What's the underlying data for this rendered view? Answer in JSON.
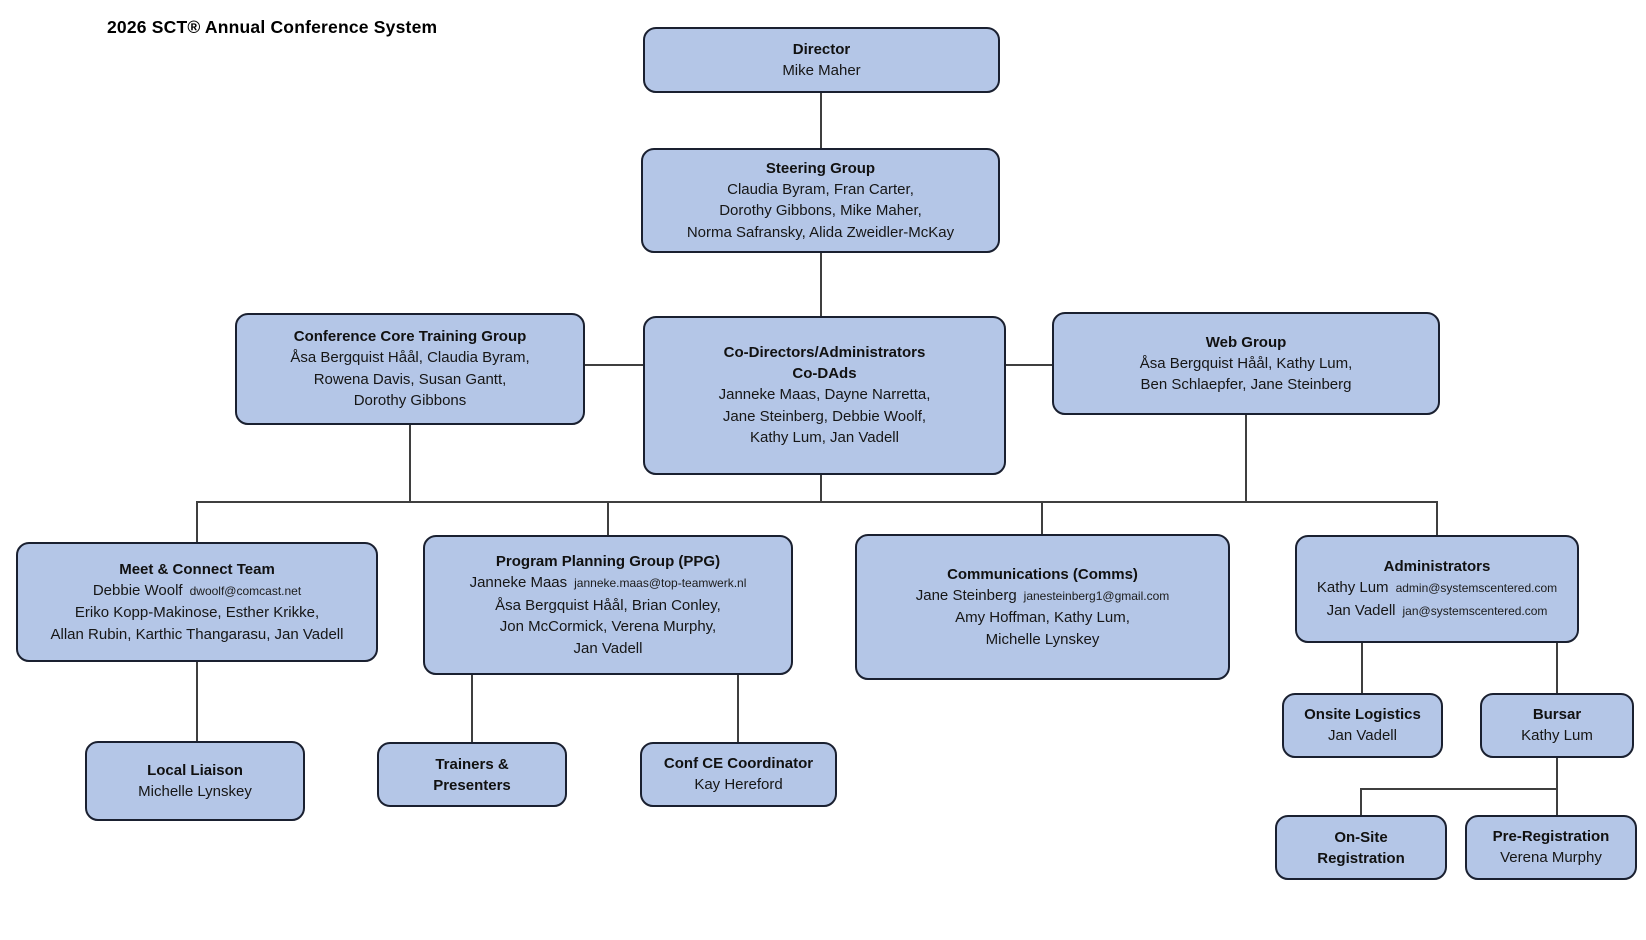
{
  "page_title": "2026 SCT® Annual Conference System",
  "colors": {
    "box_fill": "#b4c6e7",
    "box_border": "#1a2030",
    "line_color": "#3f3f3f",
    "background": "#ffffff"
  },
  "nodes": {
    "director": {
      "title": "Director",
      "members": [
        "Mike Maher"
      ]
    },
    "steering": {
      "title": "Steering Group",
      "members": [
        "Claudia Byram, Fran Carter,",
        "Dorothy Gibbons, Mike Maher,",
        "Norma Safransky, Alida Zweidler-McKay"
      ]
    },
    "cctg": {
      "title": "Conference Core Training Group",
      "members": [
        "Åsa Bergquist Håål, Claudia Byram,",
        "Rowena Davis, Susan Gantt,",
        "Dorothy Gibbons"
      ]
    },
    "codads": {
      "title": "Co-Directors/Administrators",
      "title2": "Co-DAds",
      "members": [
        "Janneke Maas, Dayne Narretta,",
        "Jane Steinberg, Debbie Woolf,",
        "Kathy Lum, Jan Vadell"
      ]
    },
    "web": {
      "title": "Web Group",
      "members": [
        "Åsa Bergquist Håål, Kathy Lum,",
        "Ben Schlaepfer, Jane Steinberg"
      ]
    },
    "meet": {
      "title": "Meet & Connect Team",
      "lead": {
        "name": "Debbie Woolf",
        "email": "dwoolf@comcast.net"
      },
      "members": [
        "Eriko Kopp-Makinose, Esther Krikke,",
        "Allan Rubin, Karthic Thangarasu, Jan Vadell"
      ]
    },
    "ppg": {
      "title": "Program Planning Group (PPG)",
      "lead": {
        "name": "Janneke Maas",
        "email": "janneke.maas@top-teamwerk.nl"
      },
      "members": [
        "Åsa Bergquist Håål, Brian Conley,",
        "Jon McCormick, Verena Murphy,",
        "Jan Vadell"
      ]
    },
    "comms": {
      "title": "Communications (Comms)",
      "lead": {
        "name": "Jane Steinberg",
        "email": "janesteinberg1@gmail.com"
      },
      "members": [
        "Amy Hoffman, Kathy Lum,",
        "Michelle Lynskey"
      ]
    },
    "admins": {
      "title": "Administrators",
      "leads": [
        {
          "name": "Kathy Lum",
          "email": "admin@systemscentered.com"
        },
        {
          "name": "Jan Vadell",
          "email": "jan@systemscentered.com"
        }
      ]
    },
    "local": {
      "title": "Local Liaison",
      "members": [
        "Michelle Lynskey"
      ]
    },
    "trainers": {
      "title": "Trainers &",
      "title2": "Presenters",
      "members": []
    },
    "confce": {
      "title": "Conf CE Coordinator",
      "members": [
        "Kay Hereford"
      ]
    },
    "onsite": {
      "title": "Onsite Logistics",
      "members": [
        "Jan Vadell"
      ]
    },
    "bursar": {
      "title": "Bursar",
      "members": [
        "Kathy Lum"
      ]
    },
    "osr": {
      "title": "On-Site",
      "title2": "Registration",
      "members": []
    },
    "prereg": {
      "title": "Pre-Registration",
      "members": [
        "Verena Murphy"
      ]
    }
  }
}
